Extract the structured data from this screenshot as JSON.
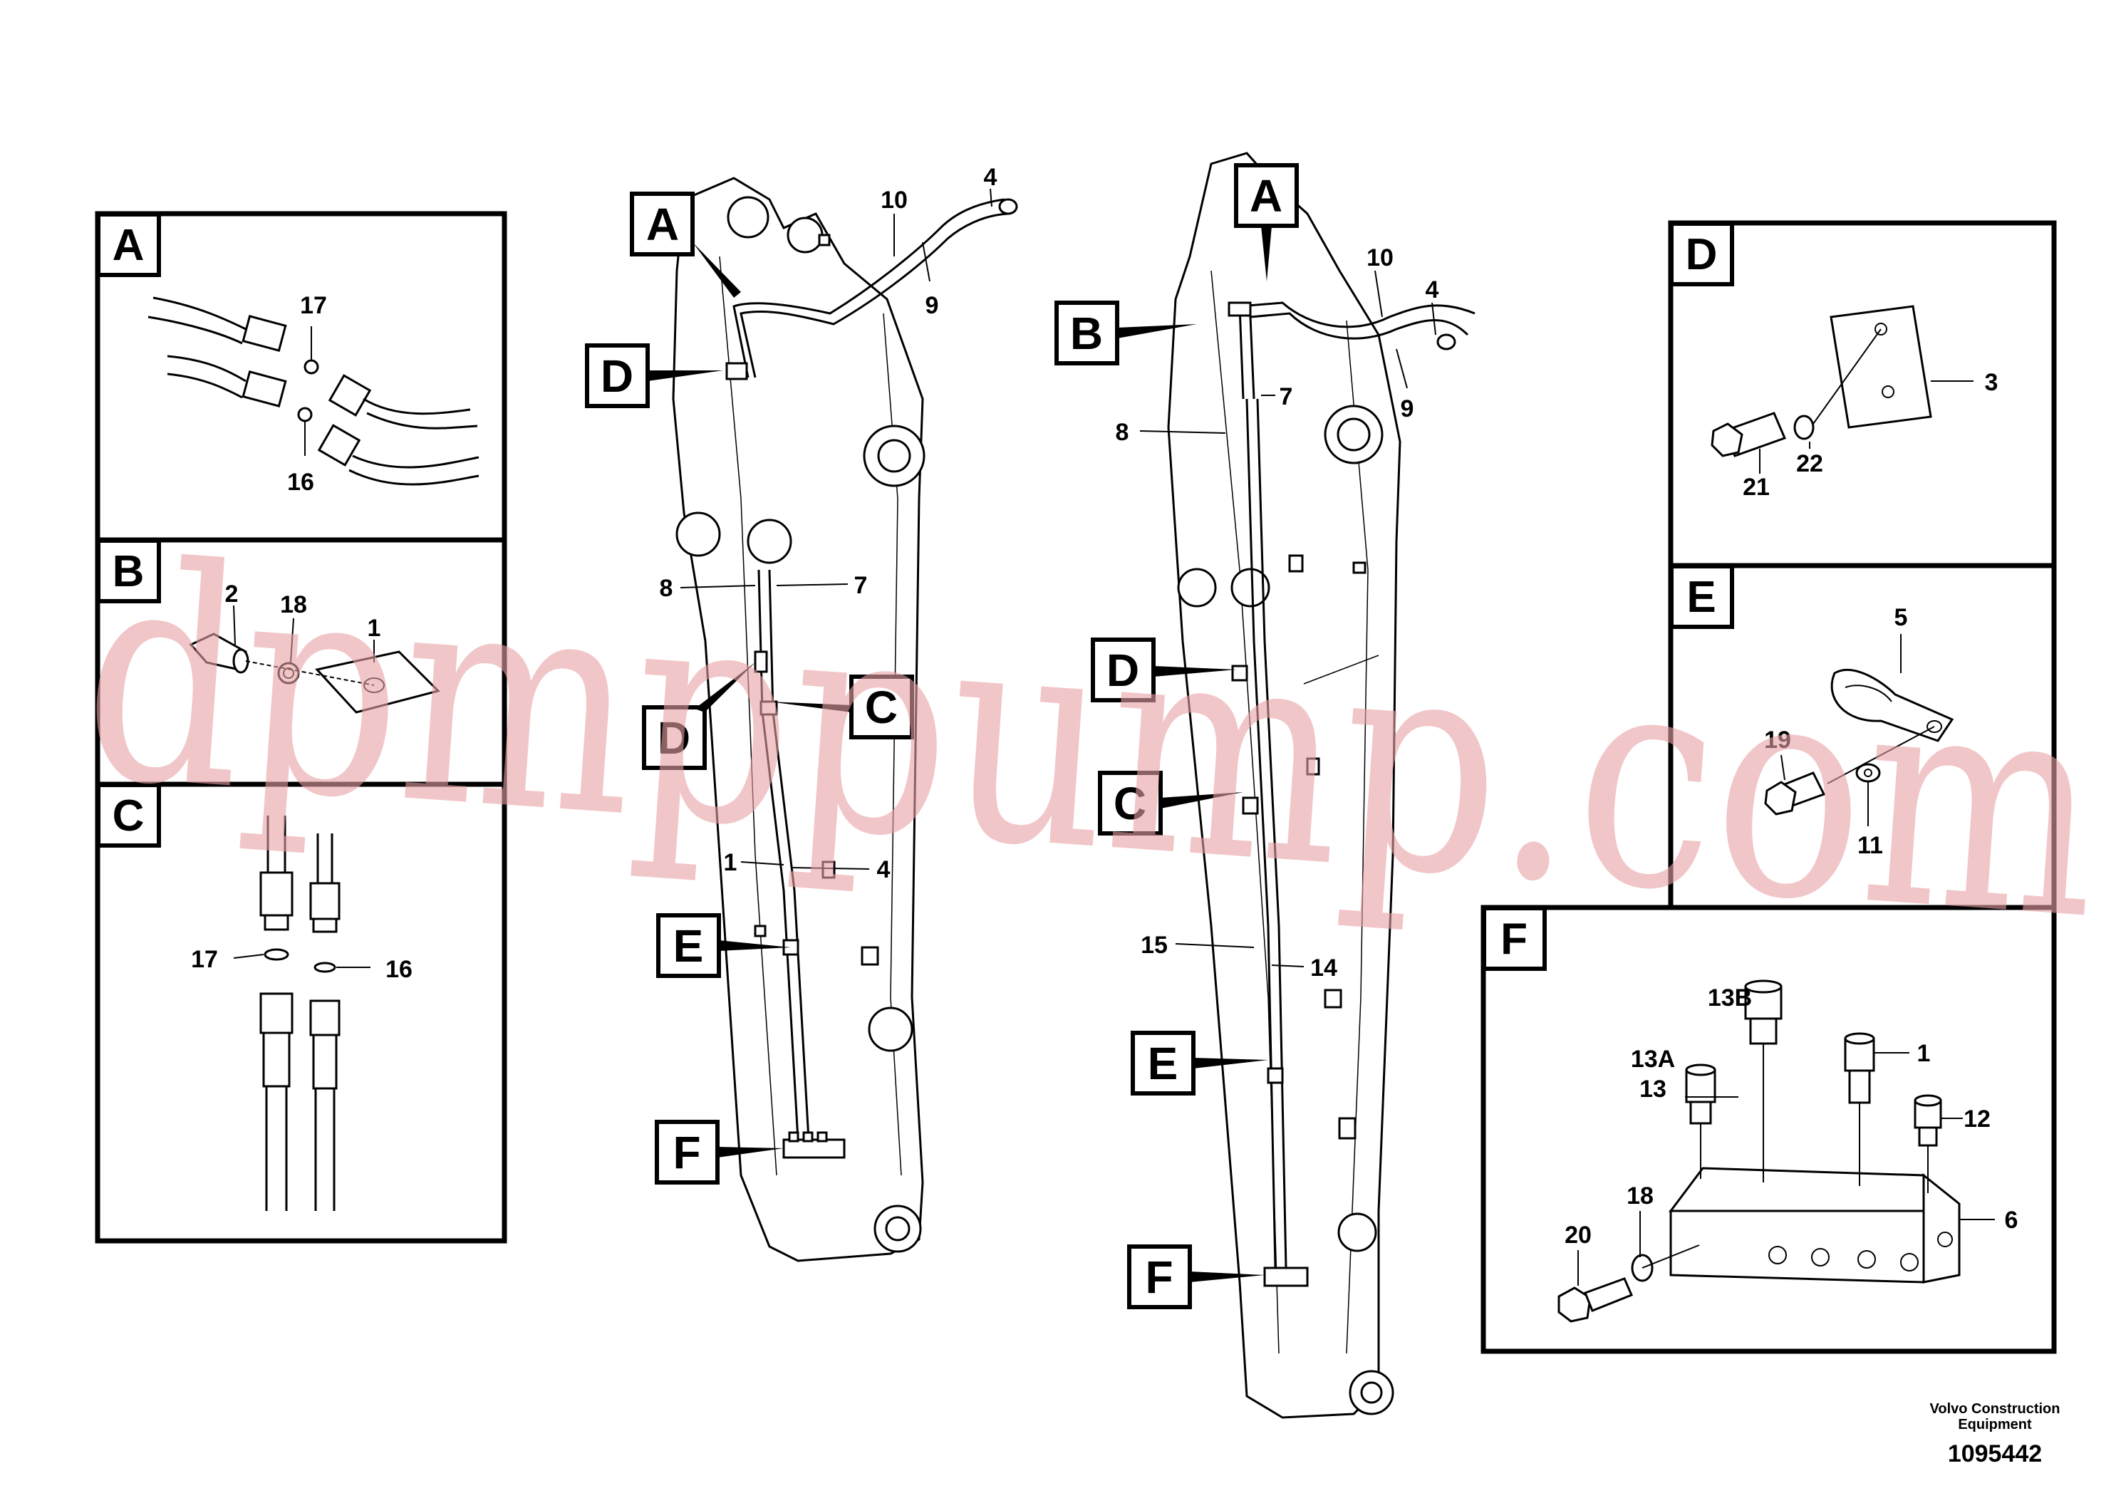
{
  "callouts": {
    "view_left": {
      "A": "A",
      "B": "",
      "C": "C",
      "D1": "D",
      "D2": "D",
      "E": "E",
      "F": "F",
      "n10": "10",
      "n4": "4",
      "n9": "9",
      "n8": "8",
      "n7": "7",
      "n1": "1",
      "n14": "4"
    },
    "view_right": {
      "A": "A",
      "B": "B",
      "C": "C",
      "D": "D",
      "E": "E",
      "F": "F",
      "n10": "10",
      "n4": "4",
      "n9": "9",
      "n8": "8",
      "n7": "7",
      "n15": "15",
      "n14": "14"
    }
  },
  "panels": {
    "A": {
      "letter": "A",
      "labels": [
        "17",
        "16"
      ]
    },
    "B": {
      "letter": "B",
      "labels": [
        "2",
        "18",
        "1"
      ]
    },
    "C": {
      "letter": "C",
      "labels": [
        "17",
        "16"
      ]
    },
    "D": {
      "letter": "D",
      "labels": [
        "3",
        "21",
        "22"
      ]
    },
    "E": {
      "letter": "E",
      "labels": [
        "5",
        "19",
        "11"
      ]
    },
    "F": {
      "letter": "F",
      "labels": [
        "13B",
        "13A",
        "13",
        "1",
        "12",
        "18",
        "20",
        "6"
      ]
    }
  },
  "footer": {
    "company_line1": "Volvo Construction",
    "company_line2": "Equipment",
    "drawing_number": "1095442"
  },
  "watermark": "dpmppump.com"
}
